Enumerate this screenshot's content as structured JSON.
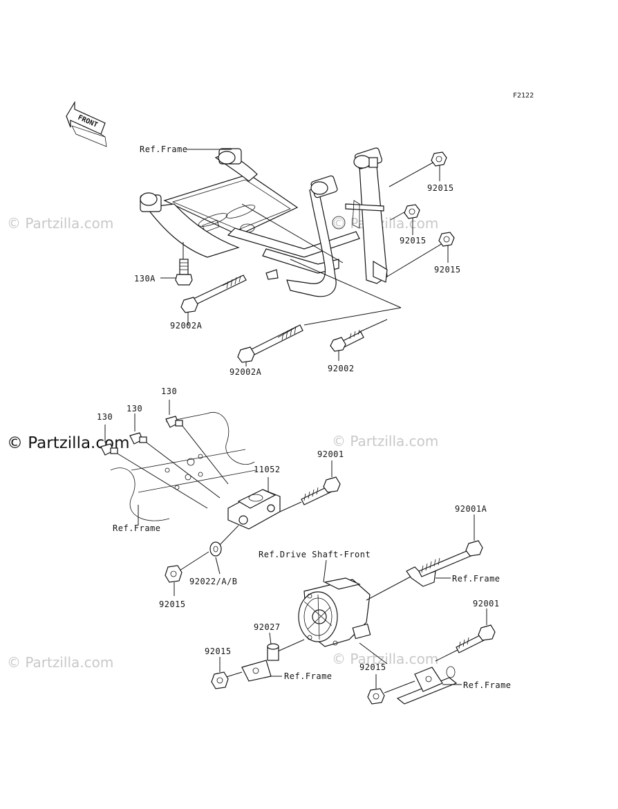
{
  "figure_code": "F2122",
  "front_arrow_label": "FRONT",
  "watermark": "© Partzilla.com",
  "callouts": {
    "ref_frame": "Ref.Frame",
    "ref_drive_shaft_front": "Ref.Drive Shaft-Front",
    "p92015": "92015",
    "p130A": "130A",
    "p92002A": "92002A",
    "p92002": "92002",
    "p130": "130",
    "p92001": "92001",
    "p11052": "11052",
    "p92001A": "92001A",
    "p92022": "92022/A/B",
    "p92027": "92027"
  }
}
